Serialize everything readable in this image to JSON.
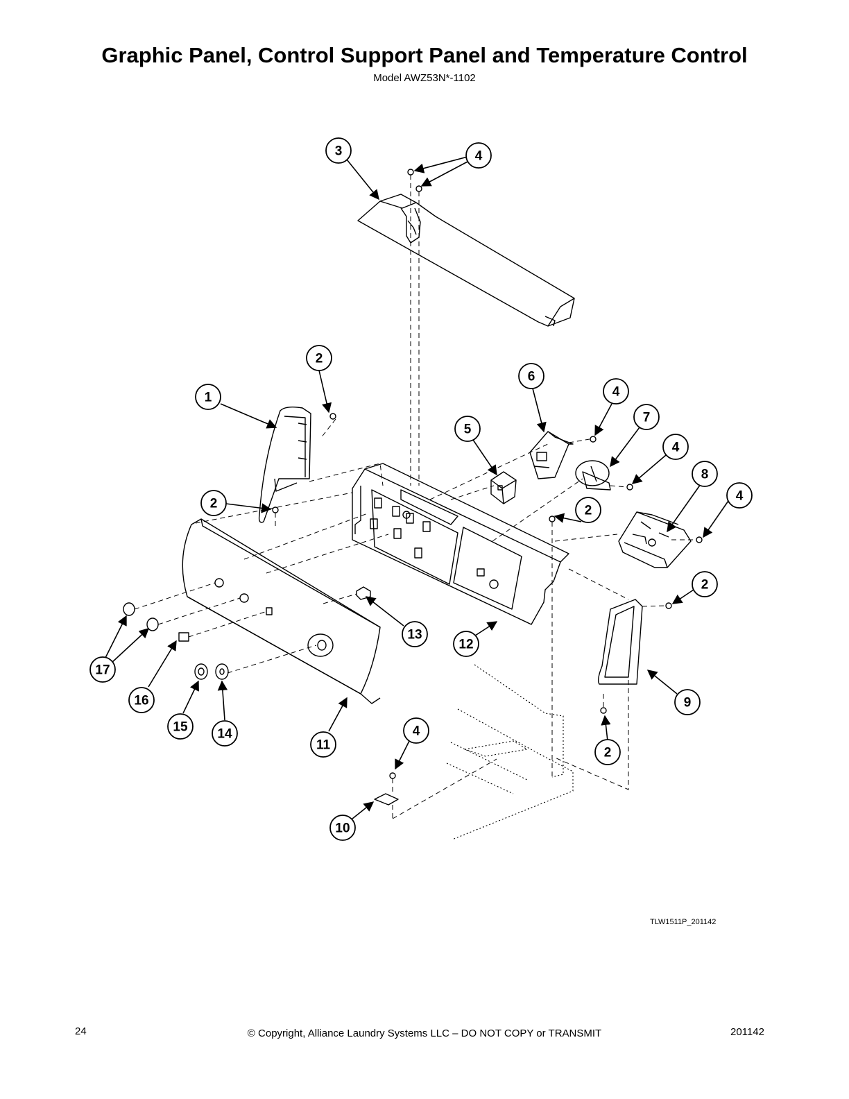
{
  "header": {
    "title": "Graphic Panel, Control Support Panel and Temperature Control",
    "subtitle": "Model AWZ53N*-1102"
  },
  "diagram": {
    "drawing_code": "TLW1511P_201142",
    "callouts": [
      "3",
      "4",
      "2",
      "1",
      "6",
      "4",
      "5",
      "7",
      "4",
      "2",
      "8",
      "4",
      "2",
      "2",
      "13",
      "12",
      "17",
      "16",
      "15",
      "14",
      "11",
      "4",
      "10",
      "9",
      "2"
    ]
  },
  "footer": {
    "page_number": "24",
    "copyright": "© Copyright, Alliance Laundry Systems LLC – DO NOT COPY or TRANSMIT",
    "revision": "201142"
  }
}
